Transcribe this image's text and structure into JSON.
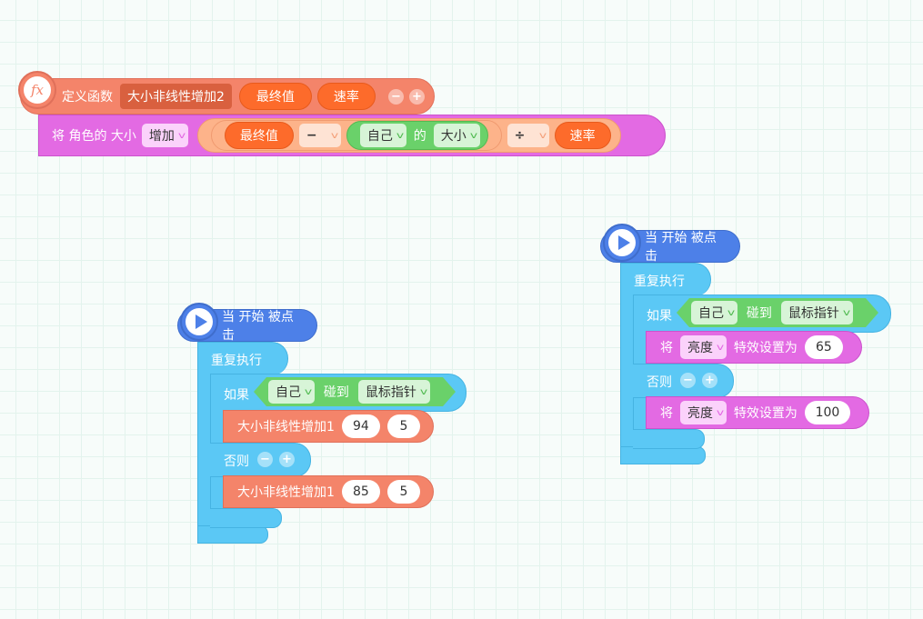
{
  "func_def": {
    "header_label": "定义函数",
    "function_name": "大小非线性增加2",
    "params": [
      "最终值",
      "速率"
    ],
    "minus_label": "−",
    "plus_label": "+",
    "body": {
      "prefix": "将 角色的 大小",
      "action_dropdown": "增加",
      "param_final": "最终值",
      "minus_op": "−",
      "sensing_object": "自己",
      "of_label": "的",
      "sensing_attr": "大小",
      "div_op": "÷",
      "param_rate": "速率"
    }
  },
  "script_left": {
    "hat_label": "当 开始 被点击",
    "repeat_label": "重复执行",
    "if_label": "如果",
    "touch_object": "自己",
    "touch_label": "碰到",
    "touch_target": "鼠标指针",
    "then_call": {
      "name": "大小非线性增加1",
      "arg1": "94",
      "arg2": "5"
    },
    "else_label": "否则",
    "else_call": {
      "name": "大小非线性增加1",
      "arg1": "85",
      "arg2": "5"
    }
  },
  "script_right": {
    "hat_label": "当 开始 被点击",
    "repeat_label": "重复执行",
    "if_label": "如果",
    "touch_object": "自己",
    "touch_label": "碰到",
    "touch_target": "鼠标指针",
    "then_set": {
      "prefix": "将",
      "effect": "亮度",
      "suffix": "特效设置为",
      "value": "65"
    },
    "else_label": "否则",
    "else_set": {
      "prefix": "将",
      "effect": "亮度",
      "suffix": "特效设置为",
      "value": "100"
    }
  },
  "colors": {
    "event": "#4d80e8",
    "control": "#5bc8f5",
    "function": "#f4846a",
    "looks": "#e36ae3",
    "sensing": "#6ad16a",
    "param": "#fd6b2b",
    "grid": "#e3f3ed"
  }
}
